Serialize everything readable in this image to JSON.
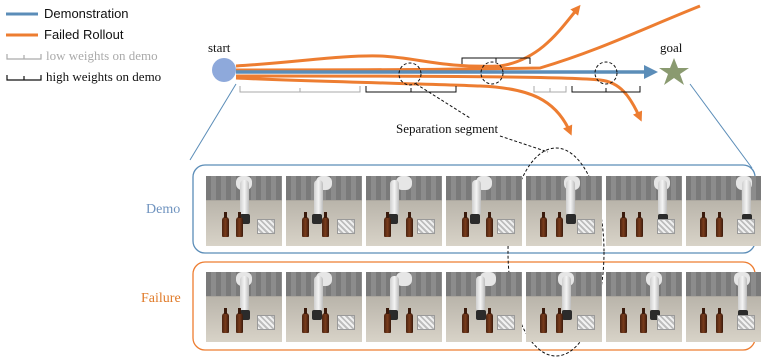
{
  "legend": {
    "demonstration": "Demonstration",
    "failed_rollout": "Failed Rollout",
    "low_weights": "low weights on demo",
    "high_weights": "high weights on demo"
  },
  "diagram": {
    "start_label": "start",
    "goal_label": "goal",
    "separation_label": "Separation segment"
  },
  "rows": {
    "demo_label": "Demo",
    "failure_label": "Failure"
  },
  "colors": {
    "demonstration": "#5b8db8",
    "failed_rollout": "#ed7d31",
    "start_node": "#8ea9db",
    "goal_star": "#8a9a70",
    "low_weight_bracket": "#aaaaaa",
    "high_weight_bracket": "#111111",
    "demo_row_text": "#6f93bf",
    "failure_row_text": "#e07b2a"
  },
  "icons": {
    "start": "start-circle-icon",
    "goal": "goal-star-icon"
  },
  "frames_per_row": 7
}
